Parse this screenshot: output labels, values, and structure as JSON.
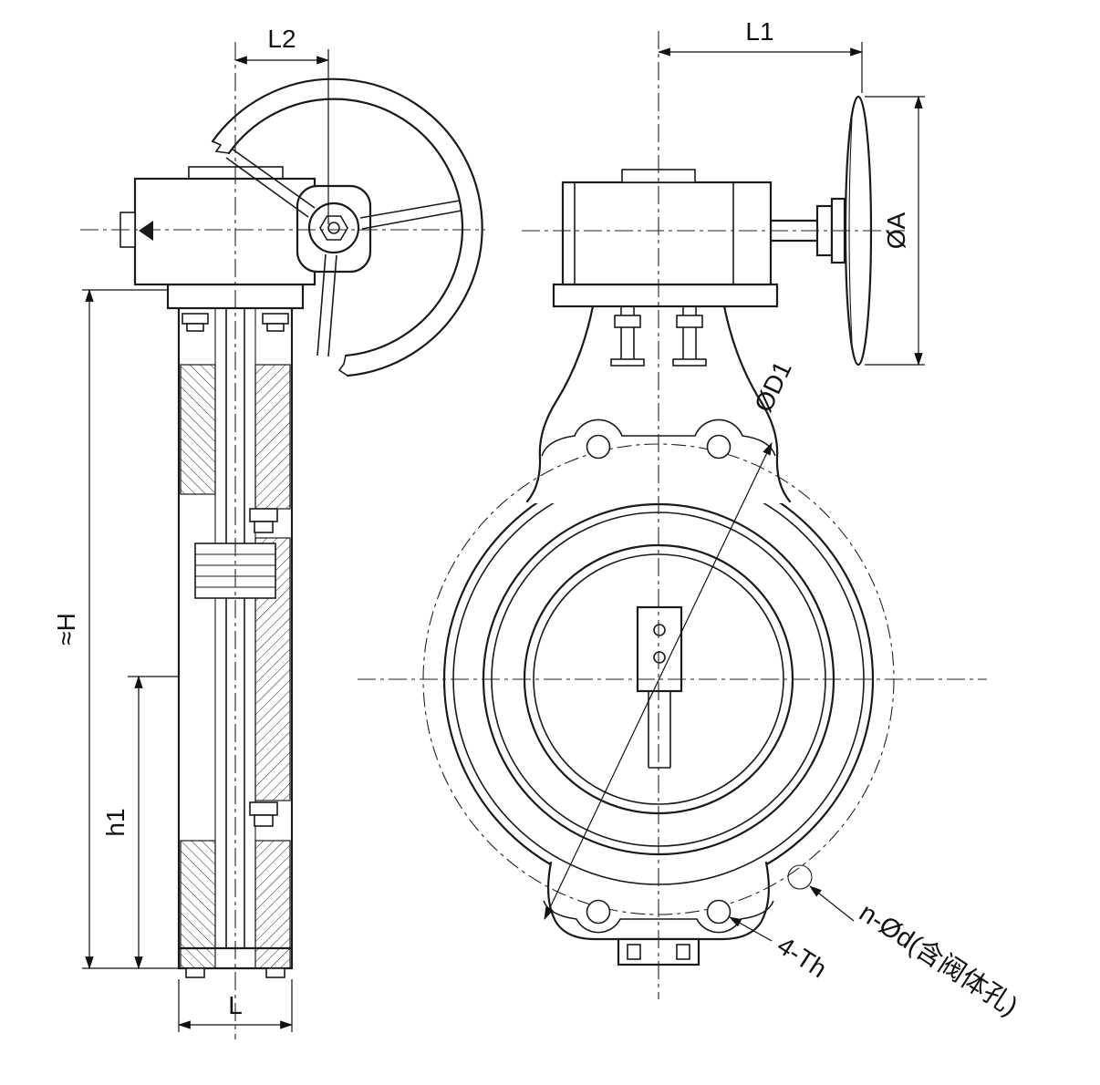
{
  "drawing": {
    "dimensions": {
      "L2": "L2",
      "L1": "L1",
      "OA": "ØA",
      "H": "≈H",
      "h1": "h1",
      "L": "L",
      "OD1": "ØD1",
      "Th4": "4-Th",
      "nOd": "n-Ød(含阀体孔)"
    },
    "colors": {
      "line": "#1a1a1a",
      "background": "#ffffff"
    }
  }
}
